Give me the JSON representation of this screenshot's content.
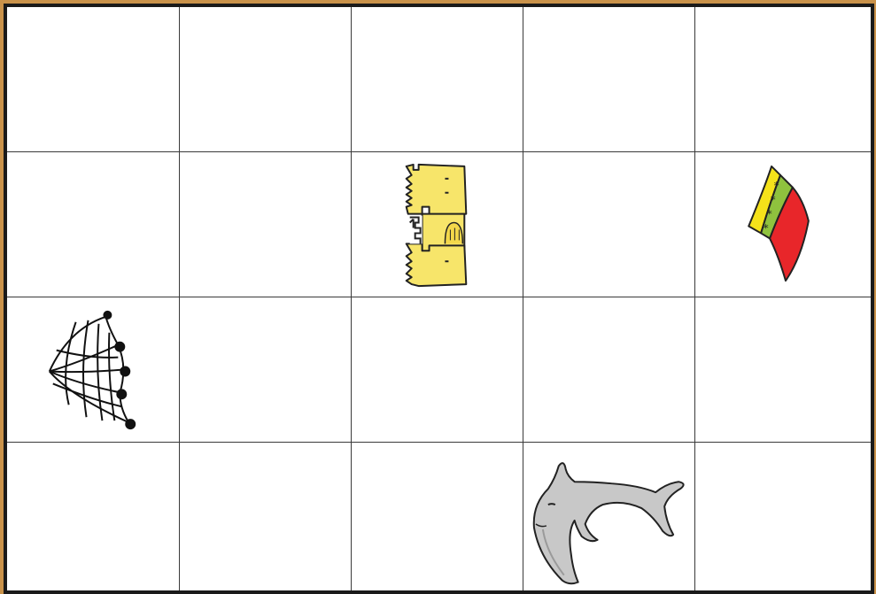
{
  "board": {
    "rows": 4,
    "cols": 5,
    "items": [
      {
        "row": 1,
        "col": 2,
        "icon": "sandcastle-icon"
      },
      {
        "row": 1,
        "col": 4,
        "icon": "beach-towel-icon"
      },
      {
        "row": 2,
        "col": 0,
        "icon": "fishing-net-icon"
      },
      {
        "row": 3,
        "col": 3,
        "icon": "dolphin-icon"
      }
    ]
  },
  "colors": {
    "board_frame": "#c9924a",
    "grid_line": "#3a3a3a",
    "sandcastle": "#f7e56a",
    "towel_yellow": "#f5e21a",
    "towel_green": "#8fc23e",
    "towel_red": "#e8262a",
    "dolphin": "#c8c8c8"
  }
}
